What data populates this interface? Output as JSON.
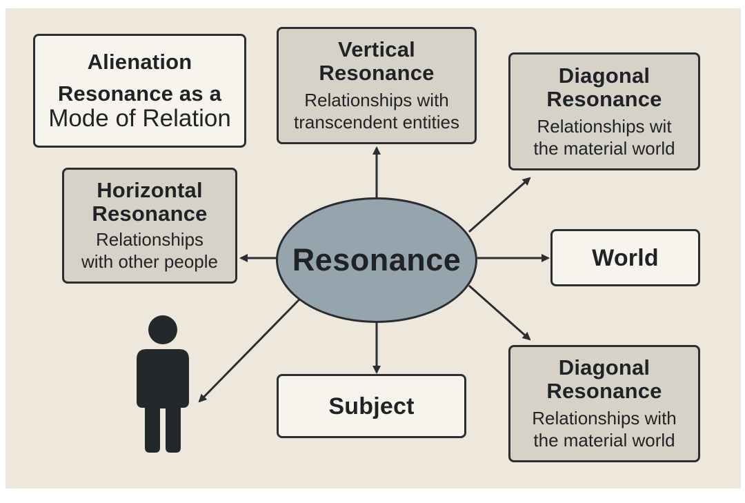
{
  "center": {
    "label": "Resonance"
  },
  "alienation": {
    "title": "Alienation",
    "subtitle_bold": "Resonance as a",
    "subtitle_plain": "Mode of Relation"
  },
  "vertical": {
    "title_line1": "Vertical",
    "title_line2": "Resonance",
    "desc_line1": "Relationships with",
    "desc_line2": "transcendent entities"
  },
  "diagonal_top": {
    "title_line1": "Diagonal",
    "title_line2": "Resonance",
    "desc_line1": "Relationships wit",
    "desc_line2": "the material world"
  },
  "horizontal": {
    "title_line1": "Horizontal",
    "title_line2": "Resonance",
    "desc_line1": "Relationships",
    "desc_line2": "with other people"
  },
  "world": {
    "label": "World"
  },
  "subject": {
    "label": "Subject"
  },
  "diagonal_bottom": {
    "title_line1": "Diagonal",
    "title_line2": "Resonance",
    "desc_line1": "Relationships with",
    "desc_line2": "the material world"
  },
  "person": {
    "icon": "person-icon"
  },
  "colors": {
    "background": "#eee7db",
    "ellipse_fill": "#95a4ad",
    "gray_box_fill": "#d6d2c8",
    "white_box_fill": "#f7f4ee",
    "stroke": "#2a2e31"
  }
}
